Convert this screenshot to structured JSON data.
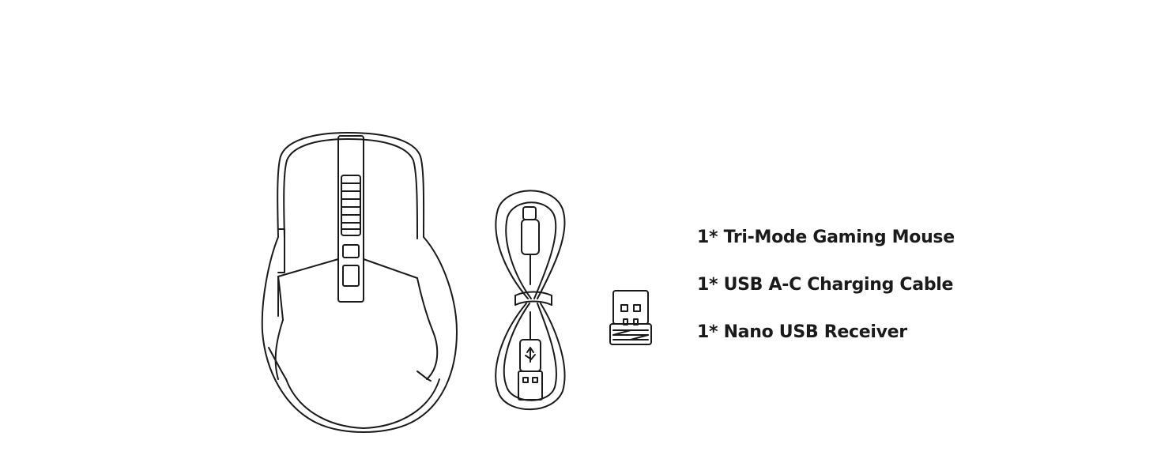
{
  "contents": {
    "items": [
      {
        "label": "1* Tri-Mode Gaming Mouse",
        "icon": "mouse-icon"
      },
      {
        "label": "1* USB A-C Charging Cable",
        "icon": "usb-cable-icon"
      },
      {
        "label": "1* Nano USB Receiver",
        "icon": "usb-receiver-icon"
      }
    ]
  },
  "colors": {
    "line": "#1a1a1a",
    "background": "#ffffff",
    "text": "#1a1a1a"
  }
}
